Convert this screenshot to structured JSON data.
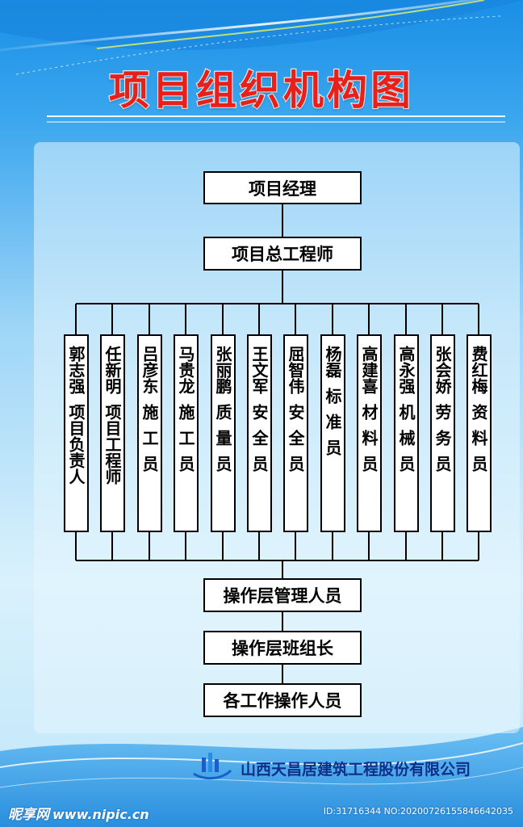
{
  "title": "项目组织机构图",
  "colors": {
    "title": "#e8201c",
    "line": "#000000",
    "box_fill": "#ffffff",
    "company": "#0c2f8a",
    "bg_top": "#1a8fe6"
  },
  "org": {
    "manager": "项目经理",
    "chief_engineer": "项目总工程师",
    "staff": [
      {
        "name": "郭志强",
        "role": "项目负责人"
      },
      {
        "name": "任新明",
        "role": "项目工程师"
      },
      {
        "name": "吕彦东",
        "role": "施工员"
      },
      {
        "name": "马贵龙",
        "role": "施工员"
      },
      {
        "name": "张丽鹏",
        "role": "质量员"
      },
      {
        "name": "王文军",
        "role": "安全员"
      },
      {
        "name": "屈智伟",
        "role": "安全员"
      },
      {
        "name": "杨磊",
        "role": "标准员"
      },
      {
        "name": "高建喜",
        "role": "材料员"
      },
      {
        "name": "高永强",
        "role": "机械员"
      },
      {
        "name": "张会娇",
        "role": "劳务员"
      },
      {
        "name": "费红梅",
        "role": "资料员"
      }
    ],
    "lower_levels": [
      "操作层管理人员",
      "操作层班组长",
      "各工作操作人员"
    ]
  },
  "company": "山西天昌居建筑工程股份有限公司",
  "watermark": {
    "brand": "昵享网",
    "site": "www.nipic.cn",
    "image_id": "ID:31716344 NO:20200726155846642035"
  },
  "icons": {
    "logo": "building-logo-icon"
  }
}
